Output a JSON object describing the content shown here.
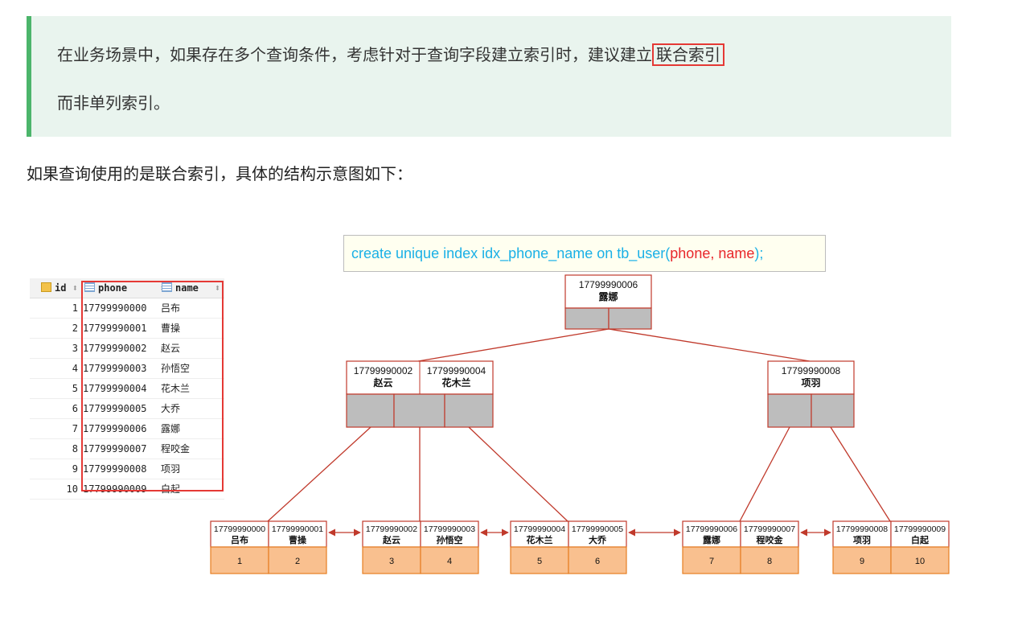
{
  "callout": {
    "line1_prefix": "在业务场景中，如果存在多个查询条件，考虑针对于查询字段建立索引时，建议建立",
    "line1_highlight": "联合索引",
    "line2": "而非单列索引。"
  },
  "intro": "如果查询使用的是联合索引，具体的结构示意图如下：",
  "sql": {
    "prefix": "create unique index idx_phone_name on tb_user(",
    "cols": "phone, name",
    "suffix": ");"
  },
  "table": {
    "headers": {
      "id": "id",
      "phone": "phone",
      "name": "name"
    },
    "rows": [
      {
        "id": "1",
        "phone": "17799990000",
        "name": "吕布"
      },
      {
        "id": "2",
        "phone": "17799990001",
        "name": "曹操"
      },
      {
        "id": "3",
        "phone": "17799990002",
        "name": "赵云"
      },
      {
        "id": "4",
        "phone": "17799990003",
        "name": "孙悟空"
      },
      {
        "id": "5",
        "phone": "17799990004",
        "name": "花木兰"
      },
      {
        "id": "6",
        "phone": "17799990005",
        "name": "大乔"
      },
      {
        "id": "7",
        "phone": "17799990006",
        "name": "露娜"
      },
      {
        "id": "8",
        "phone": "17799990007",
        "name": "程咬金"
      },
      {
        "id": "9",
        "phone": "17799990008",
        "name": "项羽"
      },
      {
        "id": "10",
        "phone": "17799990009",
        "name": "白起"
      }
    ]
  },
  "tree": {
    "root": [
      {
        "phone": "17799990006",
        "name": "露娜"
      }
    ],
    "left": [
      {
        "phone": "17799990002",
        "name": "赵云"
      },
      {
        "phone": "17799990004",
        "name": "花木兰"
      }
    ],
    "right": [
      {
        "phone": "17799990008",
        "name": "项羽"
      }
    ],
    "leaves": [
      [
        {
          "phone": "17799990000",
          "name": "吕布",
          "id": "1"
        },
        {
          "phone": "17799990001",
          "name": "曹操",
          "id": "2"
        }
      ],
      [
        {
          "phone": "17799990002",
          "name": "赵云",
          "id": "3"
        },
        {
          "phone": "17799990003",
          "name": "孙悟空",
          "id": "4"
        }
      ],
      [
        {
          "phone": "17799990004",
          "name": "花木兰",
          "id": "5"
        },
        {
          "phone": "17799990005",
          "name": "大乔",
          "id": "6"
        }
      ],
      [
        {
          "phone": "17799990006",
          "name": "露娜",
          "id": "7"
        },
        {
          "phone": "17799990007",
          "name": "程咬金",
          "id": "8"
        }
      ],
      [
        {
          "phone": "17799990008",
          "name": "项羽",
          "id": "9"
        },
        {
          "phone": "17799990009",
          "name": "白起",
          "id": "10"
        }
      ]
    ]
  },
  "colors": {
    "accent_green": "#4cb56b",
    "highlight_red": "#e53935",
    "node_border": "#c0392b",
    "pointer_gray": "#bdbdbd",
    "leaf_fill": "#f9c08f",
    "leaf_border": "#e67e22",
    "sql_blue": "#1ab0e6"
  }
}
